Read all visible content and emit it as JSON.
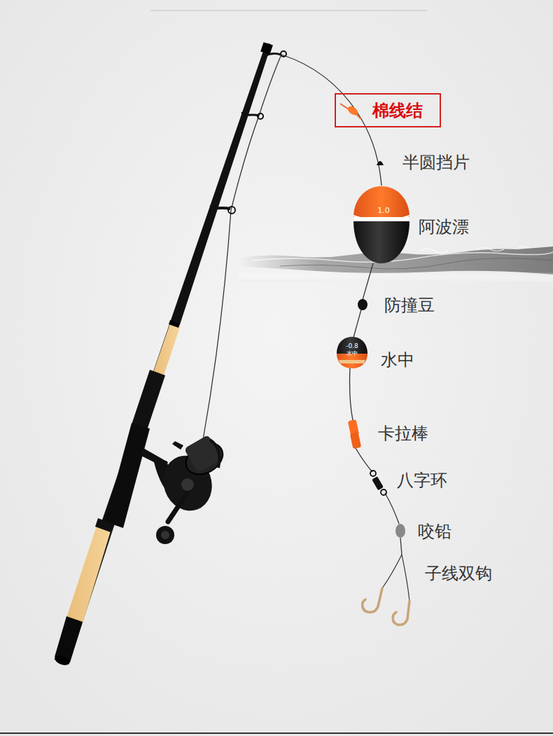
{
  "diagram": {
    "nodes": [
      {
        "text": [
          "棉线结"
        ]
      }
    ],
    "labels": [
      "半圆挡片",
      "1.0",
      "阿波漂",
      "防撞豆",
      "-0.8",
      "水中",
      "水中",
      "卡拉棒",
      "八字环",
      "咬铅",
      "子线双钩"
    ]
  }
}
